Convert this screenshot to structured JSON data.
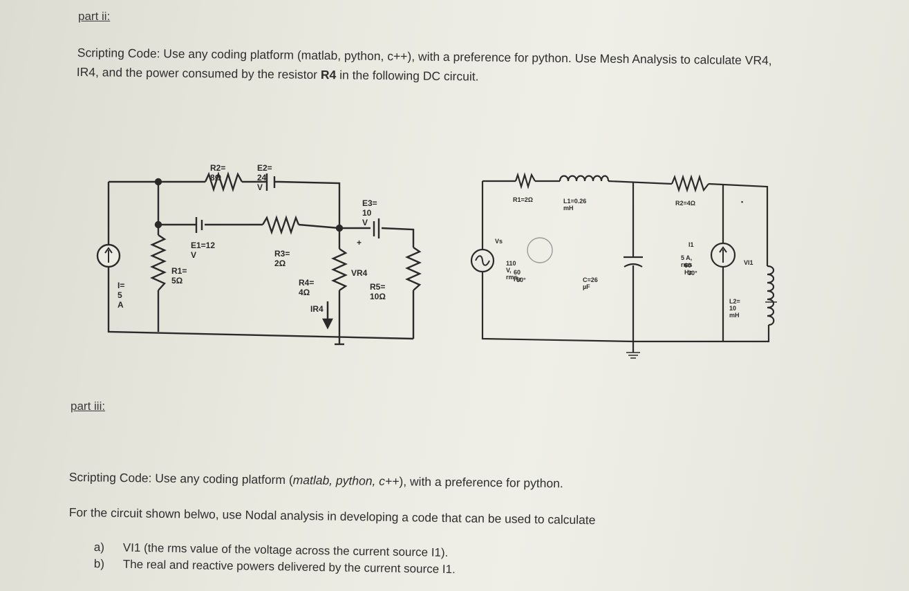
{
  "part2": {
    "heading": "part ii:",
    "line1_a": "Scripting Code: ",
    "line1_b": "Use any coding platform (matlab, python, c++), with a preference for python. Use Mesh Analysis to calculate VR4,",
    "line2_a": "IR4, and the power consumed by the resistor ",
    "line2_bold": "R4",
    "line2_b": " in the following DC circuit."
  },
  "dc_circuit": {
    "R2": "R2= 8Ω",
    "E2": "E2= 24 V",
    "E3": "E3= 10 V",
    "E1": "E1=12 V",
    "R3": "R3= 2Ω",
    "R1": "R1= 5Ω",
    "R4": "R4= 4Ω",
    "VR4": "VR4",
    "R5": "R5= 10Ω",
    "I": "I= 5 A",
    "IR4": "IR4",
    "plus": "+"
  },
  "ac_circuit": {
    "R1": "R1=2Ω",
    "L1": "L1=0.26 mH",
    "R2": "R2=4Ω",
    "Vs": "Vs",
    "src_v": "110 V, rms",
    "src_f": "60 Hz",
    "src_p": "60°",
    "C": "C=26 µF",
    "I1_label": "I1",
    "I1_v": "5 A, rms",
    "I1_f": "60 Hz",
    "I1_p": "30°",
    "VI1": "VI1",
    "L2": "L2= 10 mH",
    "dot": "•"
  },
  "part3": {
    "heading": "part iii:",
    "line1_a": "Scripting Code: ",
    "line1_b": "Use any coding platform (",
    "line1_it": "matlab, python, c++",
    "line1_c": "), with a preference for python.",
    "line2": "For the circuit shown belwo, use Nodal analysis  in developing a code that can be used to calculate",
    "items": [
      {
        "mark": "a)",
        "text": "VI1 (the rms value of the voltage across the current source I1)."
      },
      {
        "mark": "b)",
        "text": "The real and reactive powers delivered by the current source I1."
      }
    ]
  }
}
